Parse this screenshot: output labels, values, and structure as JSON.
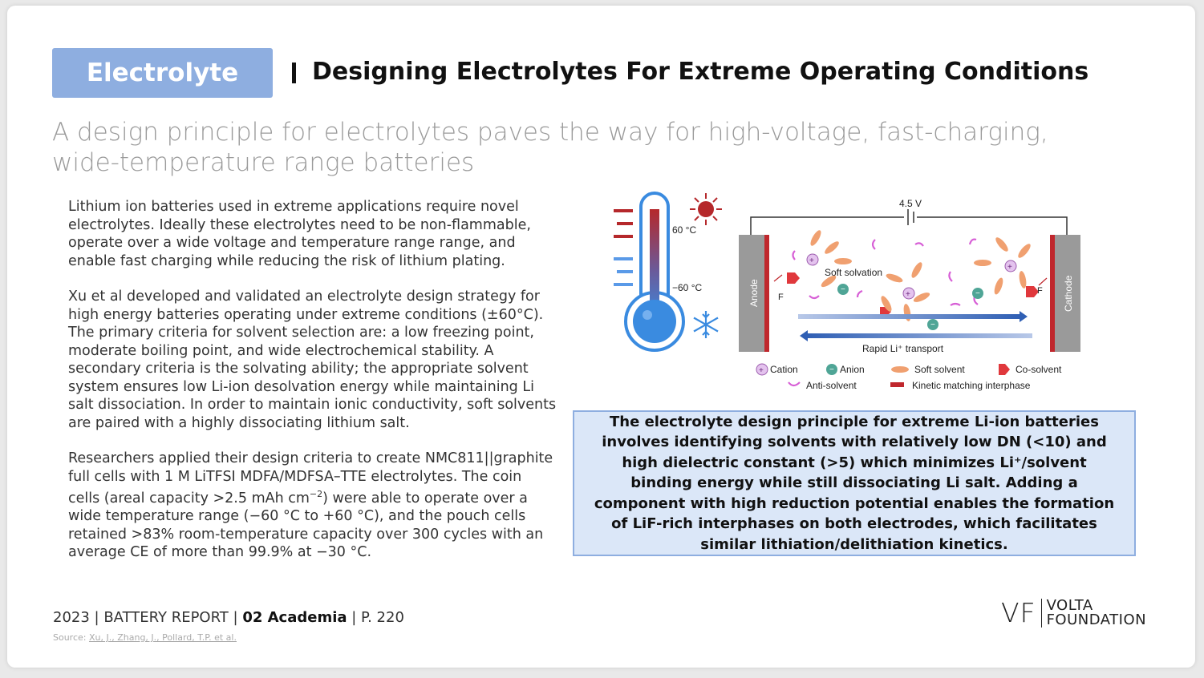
{
  "header": {
    "tag": "Electrolyte",
    "separator": "|",
    "title": "Designing Electrolytes For Extreme Operating Conditions"
  },
  "subtitle": "A design principle for electrolytes paves the way for high-voltage, fast-charging, wide-temperature range batteries",
  "body": {
    "p1": "Lithium ion batteries used in extreme applications require novel electrolytes. Ideally these electrolytes need to be non-flammable, operate over a wide voltage and temperature range range, and enable fast charging while reducing the risk of lithium plating.",
    "p2": "Xu et al developed and validated an electrolyte design strategy for high energy batteries operating under extreme conditions (±60°C). The primary criteria for solvent selection are: a low freezing point, moderate boiling point, and wide electrochemical stability. A secondary criteria is the solvating ability; the appropriate solvent system ensures low Li-ion desolvation energy while maintaining Li salt dissociation. In order to maintain ionic conductivity, soft solvents are paired with a highly dissociating lithium salt.",
    "p3_a": "Researchers applied their design criteria to create NMC811||graphite full cells with 1 M LiTFSI MDFA/MDFSA–TTE electrolytes. The coin cells (areal capacity >2.5 mAh cm",
    "p3_sup": "−2",
    "p3_b": ") were able to operate over a wide temperature range (−60 °C to +60 °C), and the pouch cells retained >83% room-temperature capacity over 300 cycles with an average CE of more than 99.9% at −30 °C."
  },
  "diagram": {
    "hot_label": "60 °C",
    "cold_label": "−60 °C",
    "voltage": "4.5 V",
    "anode": "Anode",
    "cathode": "Cathode",
    "soft_solvation": "Soft solvation",
    "transport": "Rapid Li⁺ transport",
    "f_label": "F",
    "legend": {
      "cation": "Cation",
      "anion": "Anion",
      "soft_solvent": "Soft solvent",
      "co_solvent": "Co-solvent",
      "anti_solvent": "Anti-solvent",
      "interphase": "Kinetic matching interphase"
    }
  },
  "callout": "The electrolyte design principle for extreme Li-ion batteries involves identifying solvents with relatively low DN (<10) and high dielectric constant (>5) which minimizes Li⁺/solvent binding energy while still dissociating Li salt. Adding a component with high reduction potential enables the formation of LiF-rich interphases on both electrodes, which facilitates similar lithiation/delithiation kinetics.",
  "footer": {
    "year_report": "2023 | BATTERY REPORT | ",
    "section": "02 Academia",
    "page": " | P. 220",
    "source_label": "Source: ",
    "source_link": "Xu, J., Zhang, J., Pollard, T.P. et al."
  },
  "logo": {
    "mark": "VF",
    "line1": "VOLTA",
    "line2": "FOUNDATION"
  },
  "colors": {
    "accent": "#8eaee0",
    "callout_bg": "#dbe7f8",
    "hot": "#b5282b",
    "cold": "#3a8be0"
  }
}
